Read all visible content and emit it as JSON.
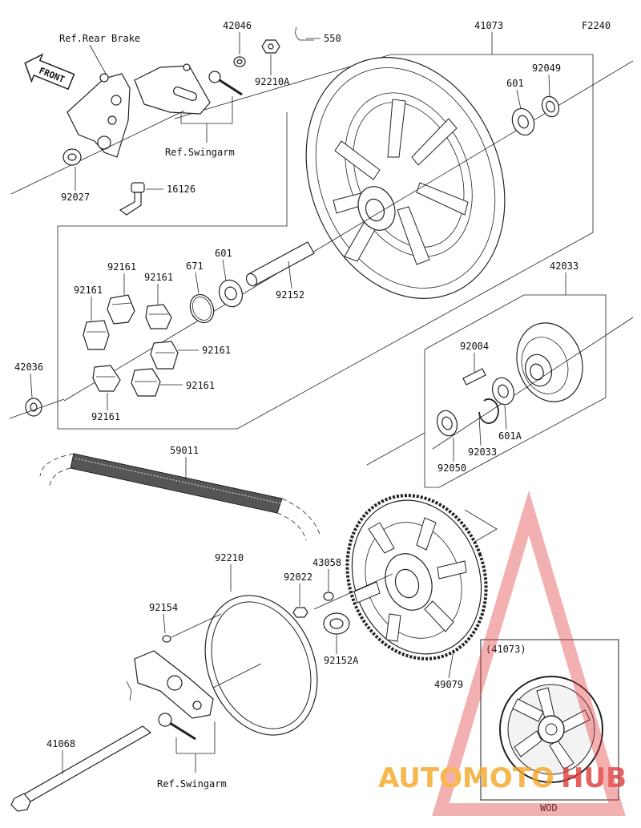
{
  "diagram_code": "F2240",
  "front_label": "FRONT",
  "refs": {
    "rear_brake": "Ref.Rear Brake",
    "swingarm_top": "Ref.Swingarm",
    "swingarm_bottom": "Ref.Swingarm"
  },
  "parts": [
    {
      "id": "p42046",
      "label": "42046"
    },
    {
      "id": "p550",
      "label": "550"
    },
    {
      "id": "p92210A",
      "label": "92210A"
    },
    {
      "id": "p41073",
      "label": "41073"
    },
    {
      "id": "p601_top",
      "label": "601"
    },
    {
      "id": "p92049",
      "label": "92049"
    },
    {
      "id": "p92027",
      "label": "92027"
    },
    {
      "id": "p16126",
      "label": "16126"
    },
    {
      "id": "p92161_a",
      "label": "92161"
    },
    {
      "id": "p92161_b",
      "label": "92161"
    },
    {
      "id": "p92161_c",
      "label": "92161"
    },
    {
      "id": "p671",
      "label": "671"
    },
    {
      "id": "p601_mid",
      "label": "601"
    },
    {
      "id": "p92152",
      "label": "92152"
    },
    {
      "id": "p92161_d",
      "label": "92161"
    },
    {
      "id": "p92161_e",
      "label": "92161"
    },
    {
      "id": "p92161_f",
      "label": "92161"
    },
    {
      "id": "p42036",
      "label": "42036"
    },
    {
      "id": "p42033",
      "label": "42033"
    },
    {
      "id": "p92004",
      "label": "92004"
    },
    {
      "id": "p601A",
      "label": "601A"
    },
    {
      "id": "p92033",
      "label": "92033"
    },
    {
      "id": "p92050",
      "label": "92050"
    },
    {
      "id": "p59011",
      "label": "59011"
    },
    {
      "id": "p43058",
      "label": "43058"
    },
    {
      "id": "p92022",
      "label": "92022"
    },
    {
      "id": "p92210",
      "label": "92210"
    },
    {
      "id": "p92154",
      "label": "92154"
    },
    {
      "id": "p92152A",
      "label": "92152A"
    },
    {
      "id": "p49079",
      "label": "49079"
    },
    {
      "id": "p41068",
      "label": "41068"
    }
  ],
  "inset": {
    "code": "(41073)",
    "caption": "WOD"
  },
  "watermark": {
    "part1": "AUTOMOTO",
    "part2": "HUB",
    "color1": "#f5a623",
    "color2": "#e03a3a"
  }
}
